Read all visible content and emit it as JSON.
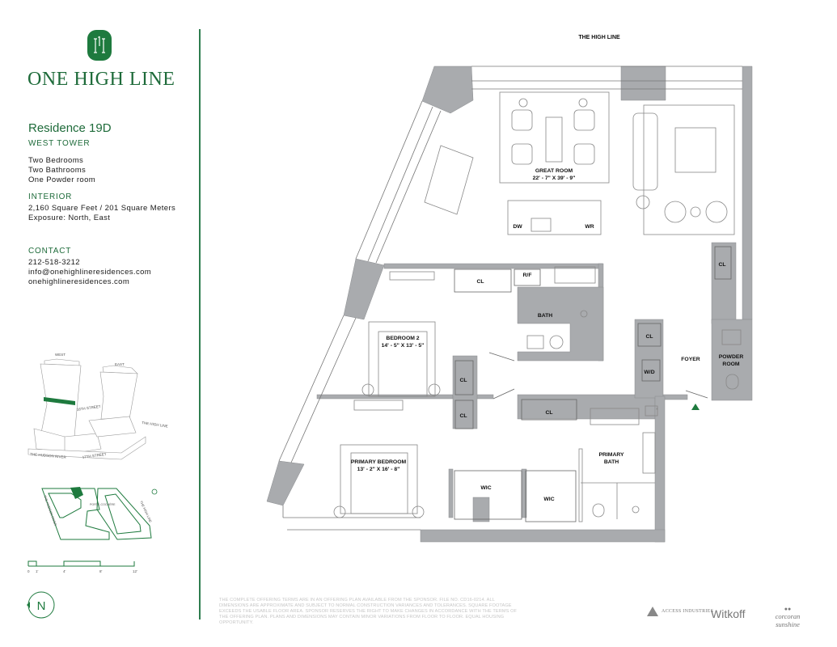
{
  "brand": {
    "logo_monogram": "H1",
    "name": "ONE HIGH LINE",
    "color": "#1e7a3e"
  },
  "residence": {
    "title": "Residence 19D",
    "tower": "WEST TOWER",
    "features": [
      "Two Bedrooms",
      "Two Bathrooms",
      "One Powder room"
    ],
    "interior_heading": "INTERIOR",
    "interior": [
      "2,160 Square Feet / 201 Square Meters",
      "Exposure: North, East"
    ],
    "contact_heading": "CONTACT",
    "contact": [
      "212-518-3212",
      "info@onehighlineresidences.com",
      "onehighlineresidences.com"
    ]
  },
  "site_diagram": {
    "tower_west": "WEST",
    "tower_east": "EAST",
    "street_18": "18TH STREET",
    "high_line": "THE HIGH LINE",
    "hudson_river": "THE HUDSON RIVER",
    "street_17": "17TH STREET"
  },
  "site_map": {
    "hudson_river": "THE HUDSON RIVER",
    "porte_cochere": "PORTE-COCHÈRE",
    "high_line": "THE HIGH LINE"
  },
  "scale": {
    "ticks": [
      "0",
      "1'",
      "4'",
      "8'",
      "12'"
    ]
  },
  "compass": {
    "label": "N"
  },
  "plan": {
    "top_label": "THE HIGH LINE",
    "great_room": {
      "name": "GREAT ROOM",
      "dims": "22' - 7\" X 39' - 9\""
    },
    "bedroom2": {
      "name": "BEDROOM 2",
      "dims": "14' - 5\" X 13' - 5\""
    },
    "primary_bedroom": {
      "name": "PRIMARY BEDROOM",
      "dims": "13' - 2\" X 16' - 8\""
    },
    "primary_bath": [
      "PRIMARY",
      "BATH"
    ],
    "powder_room": [
      "POWDER",
      "ROOM"
    ],
    "labels": {
      "dw": "DW",
      "wr": "WR",
      "rf": "R/F",
      "bath": "BATH",
      "cl": "CL",
      "wic": "WIC",
      "wd": "W/D",
      "foyer": "FOYER"
    },
    "wall_color": "#a9abae",
    "entry_color": "#1e7a3e"
  },
  "disclaimer": "THE COMPLETE OFFERING TERMS ARE IN AN OFFERING PLAN AVAILABLE FROM THE SPONSOR. FILE NO. CD16-0214. ALL DIMENSIONS ARE APPROXIMATE AND SUBJECT TO NORMAL CONSTRUCTION VARIANCES AND TOLERANCES. SQUARE FOOTAGE EXCEEDS THE USABLE FLOOR AREA. SPONSOR RESERVES THE RIGHT TO MAKE CHANGES IN ACCORDANCE WITH THE TERMS OF THE OFFERING PLAN. PLANS AND DIMENSIONS MAY CONTAIN MINOR VARIATIONS FROM FLOOR TO FLOOR. EQUAL HOUSING OPPORTUNITY.",
  "partners": [
    "ACCESS INDUSTRIES",
    "Witkoff",
    "corcoran sunshine"
  ]
}
